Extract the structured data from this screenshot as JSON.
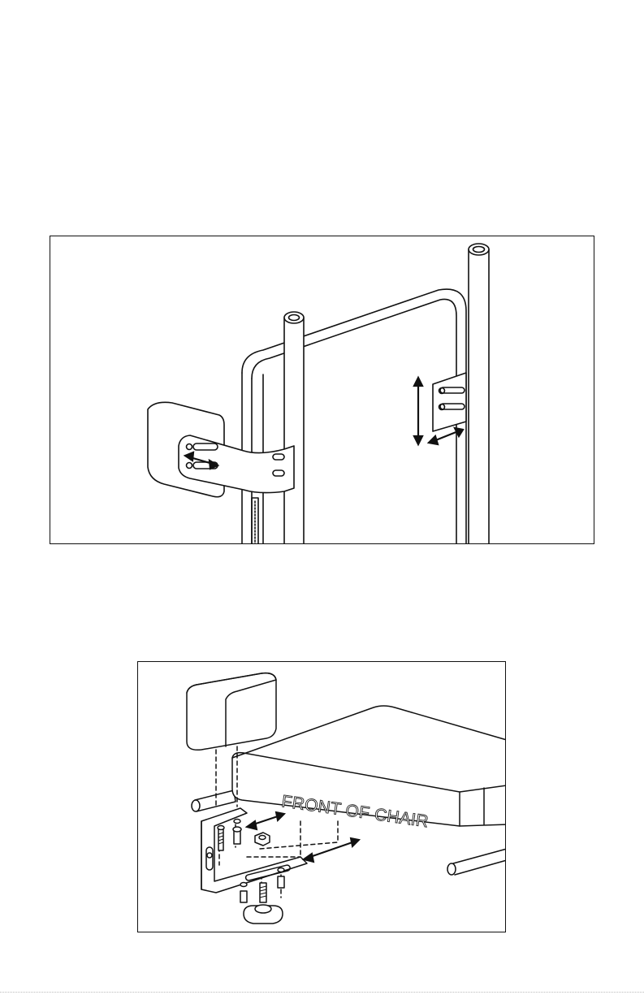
{
  "figures": [
    {
      "id": "figure-1"
    },
    {
      "id": "figure-2",
      "seat_label": "FRONT OF CHAIR"
    }
  ]
}
